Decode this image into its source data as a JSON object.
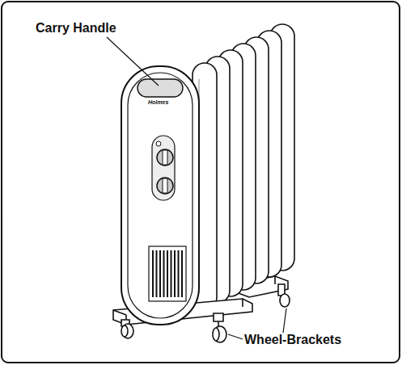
{
  "diagram": {
    "labels": [
      "Carry Handle",
      "Wheel-Brackets",
      "Holmes"
    ]
  }
}
